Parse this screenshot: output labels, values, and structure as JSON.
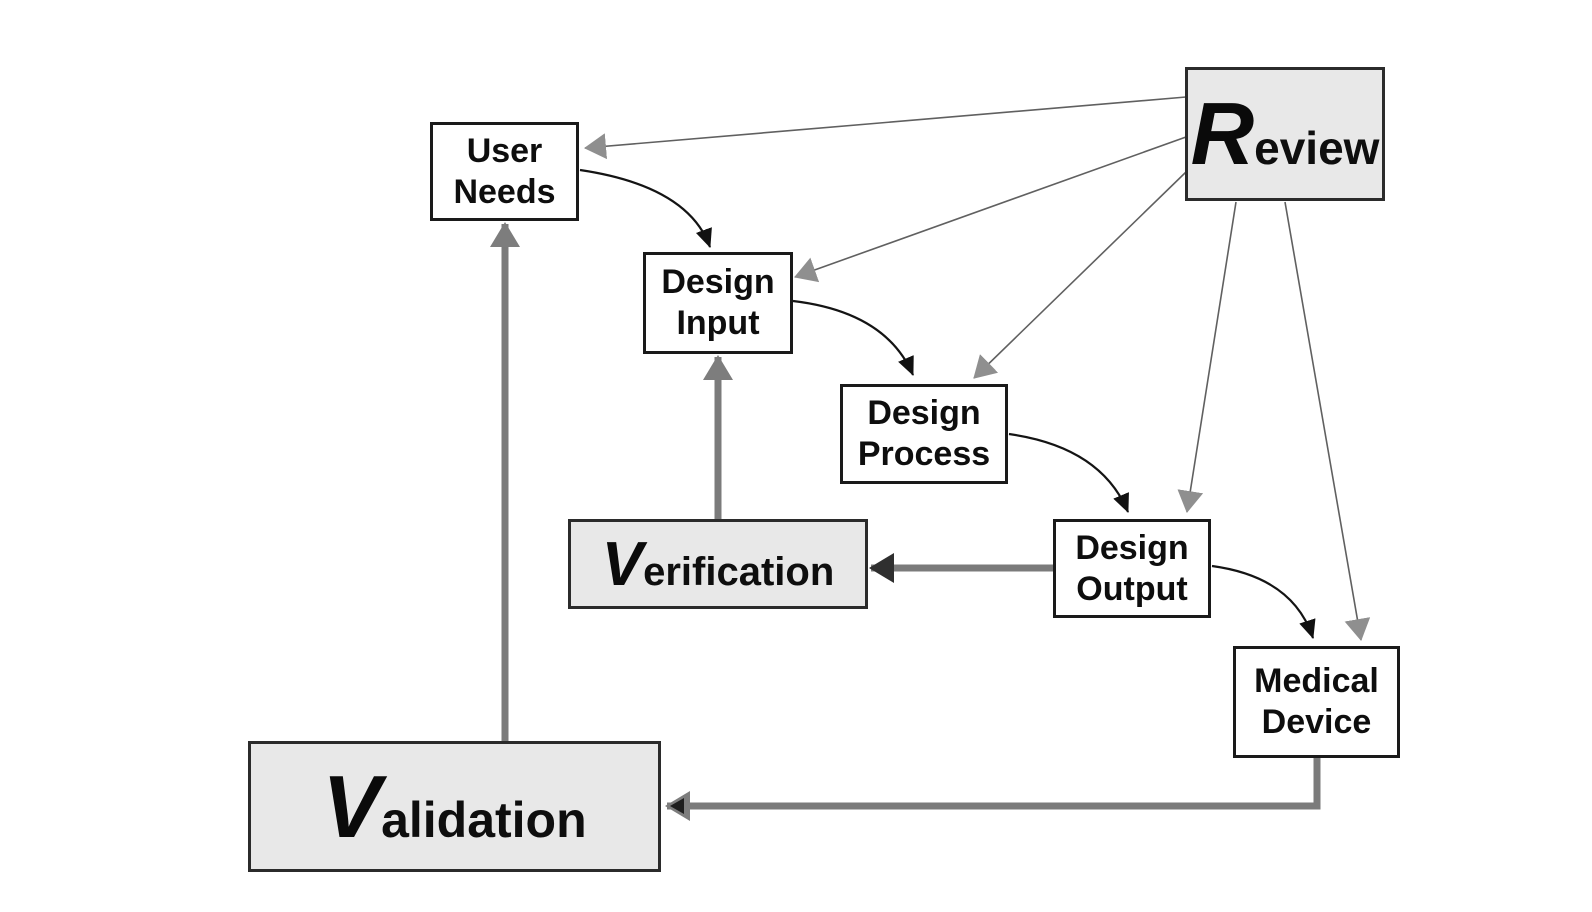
{
  "nodes": {
    "user_needs": {
      "line1": "User",
      "line2": "Needs"
    },
    "design_input": {
      "line1": "Design",
      "line2": "Input"
    },
    "design_process": {
      "line1": "Design",
      "line2": "Process"
    },
    "design_output": {
      "line1": "Design",
      "line2": "Output"
    },
    "medical_device": {
      "line1": "Medical",
      "line2": "Device"
    },
    "review": {
      "initial": "R",
      "rest": "eview"
    },
    "verification": {
      "initial": "V",
      "rest": "erification"
    },
    "validation": {
      "initial": "V",
      "rest": "alidation"
    }
  },
  "edges": [
    {
      "from": "Review",
      "to": "User Needs",
      "style": "thin-gray"
    },
    {
      "from": "Review",
      "to": "Design Input",
      "style": "thin-gray"
    },
    {
      "from": "Review",
      "to": "Design Process",
      "style": "thin-gray"
    },
    {
      "from": "Review",
      "to": "Design Output",
      "style": "thin-gray"
    },
    {
      "from": "Review",
      "to": "Medical Device",
      "style": "thin-gray"
    },
    {
      "from": "User Needs",
      "to": "Design Input",
      "style": "curved-black"
    },
    {
      "from": "Design Input",
      "to": "Design Process",
      "style": "curved-black"
    },
    {
      "from": "Design Process",
      "to": "Design Output",
      "style": "curved-black"
    },
    {
      "from": "Design Output",
      "to": "Medical Device",
      "style": "curved-black"
    },
    {
      "from": "Design Output",
      "to": "Verification",
      "style": "thick-gray"
    },
    {
      "from": "Verification",
      "to": "Design Input",
      "style": "thick-gray"
    },
    {
      "from": "Medical Device",
      "to": "Validation",
      "style": "thick-gray"
    },
    {
      "from": "Validation",
      "to": "User Needs",
      "style": "thick-gray"
    }
  ],
  "colors": {
    "background": "#ffffff",
    "box_border": "#1a1a1a",
    "shaded_box_fill": "#e8e8e8",
    "white_box_fill": "#ffffff",
    "thin_arrow_line": "#606060",
    "thin_arrowhead": "#8f8f8f",
    "thick_arrow": "#7b7b7b",
    "thick_arrowhead_dark": "#2f2f2f",
    "black_arrow": "#141414"
  }
}
